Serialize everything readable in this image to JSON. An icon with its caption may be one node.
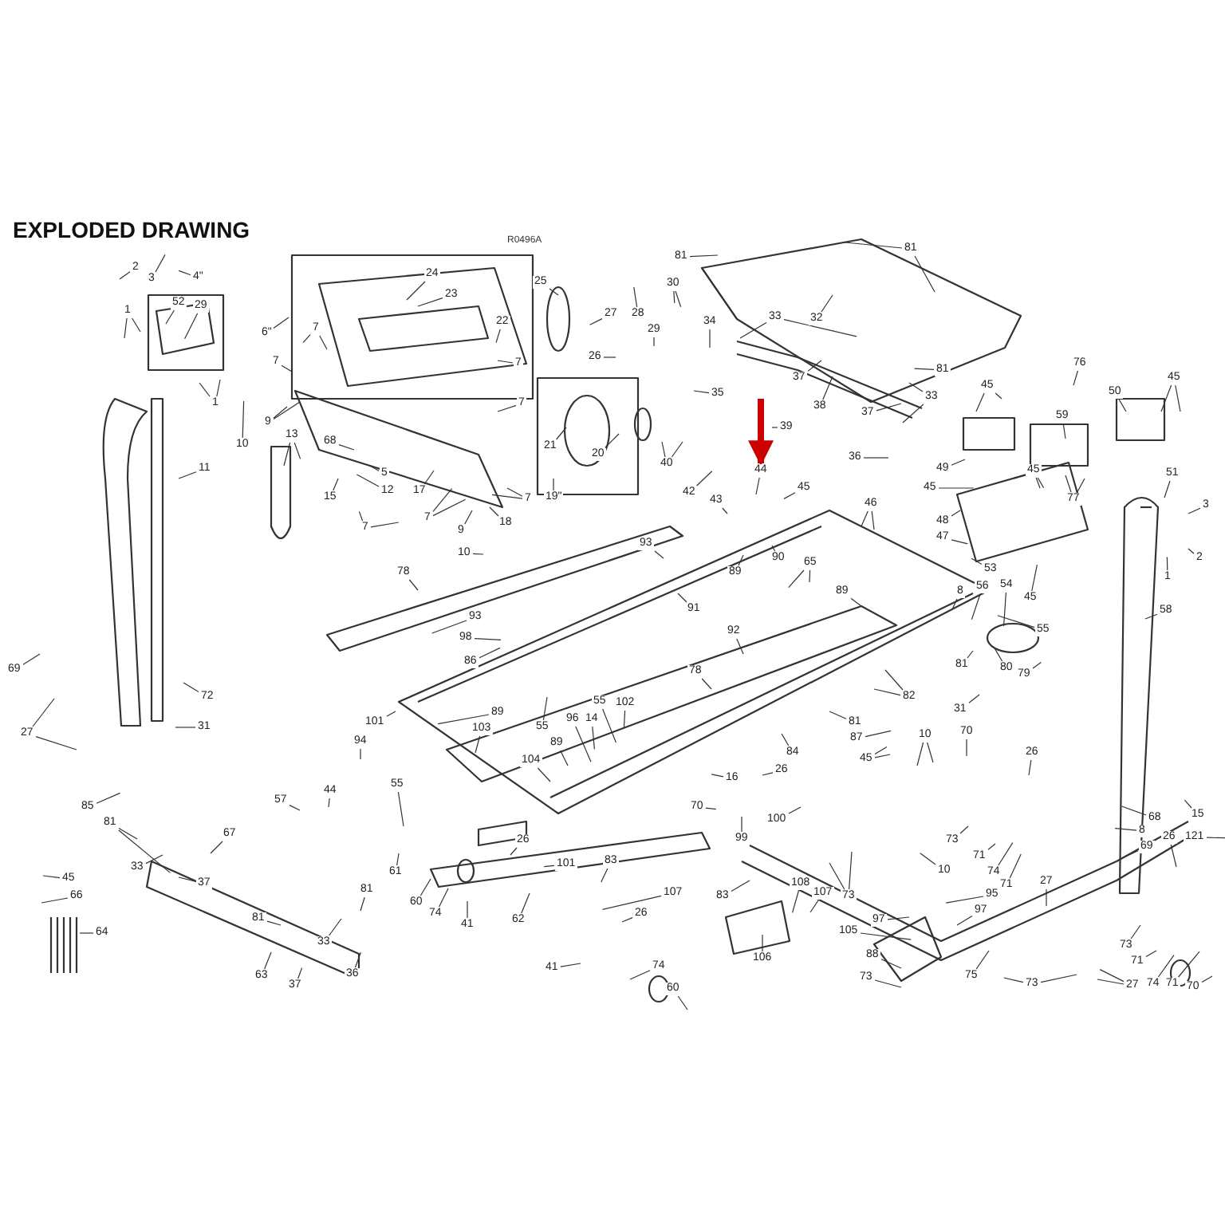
{
  "diagram": {
    "title": "EXPLODED DRAWING",
    "nodes": [
      {
        "text": [
          "2"
        ]
      },
      {
        "text": [
          "3"
        ]
      },
      {
        "text": [
          "4\""
        ]
      },
      {
        "text": [
          "52"
        ]
      },
      {
        "text": [
          "29"
        ]
      },
      {
        "text": [
          "1"
        ]
      },
      {
        "text": [
          "1"
        ]
      },
      {
        "text": [
          "6\""
        ]
      },
      {
        "text": [
          "7"
        ]
      },
      {
        "text": [
          "7"
        ]
      },
      {
        "text": [
          "9"
        ]
      },
      {
        "text": [
          "10"
        ]
      },
      {
        "text": [
          "11"
        ]
      },
      {
        "text": [
          "13"
        ]
      },
      {
        "text": [
          "68"
        ]
      },
      {
        "text": [
          "5"
        ]
      },
      {
        "text": [
          "12"
        ]
      },
      {
        "text": [
          "15"
        ]
      },
      {
        "text": [
          "17"
        ]
      },
      {
        "text": [
          "7"
        ]
      },
      {
        "text": [
          "7"
        ]
      },
      {
        "text": [
          "7"
        ]
      },
      {
        "text": [
          "7"
        ]
      },
      {
        "text": [
          "7"
        ]
      },
      {
        "text": [
          "9"
        ]
      },
      {
        "text": [
          "18"
        ]
      },
      {
        "text": [
          "24"
        ]
      },
      {
        "text": [
          "23"
        ]
      },
      {
        "text": [
          "22"
        ]
      },
      {
        "text": [
          "25"
        ]
      },
      {
        "text": [
          "26"
        ]
      },
      {
        "text": [
          "21"
        ]
      },
      {
        "text": [
          "20"
        ]
      },
      {
        "text": [
          "19\""
        ]
      },
      {
        "text": [
          "81"
        ]
      },
      {
        "text": [
          "81"
        ]
      },
      {
        "text": [
          "30"
        ]
      },
      {
        "text": [
          "27"
        ]
      },
      {
        "text": [
          "28"
        ]
      },
      {
        "text": [
          "29"
        ]
      },
      {
        "text": [
          "34"
        ]
      },
      {
        "text": [
          "33"
        ]
      },
      {
        "text": [
          "32"
        ]
      },
      {
        "text": [
          "35"
        ]
      },
      {
        "text": [
          "37"
        ]
      },
      {
        "text": [
          "38"
        ]
      },
      {
        "text": [
          "81"
        ]
      },
      {
        "text": [
          "33"
        ]
      },
      {
        "text": [
          "37"
        ]
      },
      {
        "text": [
          "36"
        ]
      },
      {
        "text": [
          "39"
        ]
      },
      {
        "text": [
          "40"
        ]
      },
      {
        "text": [
          "44"
        ]
      },
      {
        "text": [
          "45"
        ]
      },
      {
        "text": [
          "42"
        ]
      },
      {
        "text": [
          "43"
        ]
      },
      {
        "text": [
          "46"
        ]
      },
      {
        "text": [
          "45"
        ]
      },
      {
        "text": [
          "76"
        ]
      },
      {
        "text": [
          "50"
        ]
      },
      {
        "text": [
          "45"
        ]
      },
      {
        "text": [
          "59"
        ]
      },
      {
        "text": [
          "49"
        ]
      },
      {
        "text": [
          "45"
        ]
      },
      {
        "text": [
          "77"
        ]
      },
      {
        "text": [
          "45"
        ]
      },
      {
        "text": [
          "48"
        ]
      },
      {
        "text": [
          "51"
        ]
      },
      {
        "text": [
          "3"
        ]
      },
      {
        "text": [
          "47"
        ]
      },
      {
        "text": [
          "93"
        ]
      },
      {
        "text": [
          "89"
        ]
      },
      {
        "text": [
          "90"
        ]
      },
      {
        "text": [
          "65"
        ]
      },
      {
        "text": [
          "91"
        ]
      },
      {
        "text": [
          "89"
        ]
      },
      {
        "text": [
          "53"
        ]
      },
      {
        "text": [
          "8"
        ]
      },
      {
        "text": [
          "56"
        ]
      },
      {
        "text": [
          "54"
        ]
      },
      {
        "text": [
          "45"
        ]
      },
      {
        "text": [
          "55"
        ]
      },
      {
        "text": [
          "80"
        ]
      },
      {
        "text": [
          "79"
        ]
      },
      {
        "text": [
          "58"
        ]
      },
      {
        "text": [
          "1"
        ]
      },
      {
        "text": [
          "2"
        ]
      },
      {
        "text": [
          "92"
        ]
      },
      {
        "text": [
          "81"
        ]
      },
      {
        "text": [
          "82"
        ]
      },
      {
        "text": [
          "31"
        ]
      },
      {
        "text": [
          "78"
        ]
      },
      {
        "text": [
          "81"
        ]
      },
      {
        "text": [
          "84"
        ]
      },
      {
        "text": [
          "87"
        ]
      },
      {
        "text": [
          "45"
        ]
      },
      {
        "text": [
          "10"
        ]
      },
      {
        "text": [
          "70"
        ]
      },
      {
        "text": [
          "26"
        ]
      },
      {
        "text": [
          "102"
        ]
      },
      {
        "text": [
          "16"
        ]
      },
      {
        "text": [
          "26"
        ]
      },
      {
        "text": [
          "70"
        ]
      },
      {
        "text": [
          "100"
        ]
      },
      {
        "text": [
          "99"
        ]
      },
      {
        "text": [
          "73"
        ]
      },
      {
        "text": [
          "15"
        ]
      },
      {
        "text": [
          "68"
        ]
      },
      {
        "text": [
          "8"
        ]
      },
      {
        "text": [
          "26"
        ]
      },
      {
        "text": [
          "121"
        ]
      },
      {
        "text": [
          "69"
        ]
      },
      {
        "text": [
          "10"
        ]
      },
      {
        "text": [
          "78"
        ]
      },
      {
        "text": [
          "93"
        ]
      },
      {
        "text": [
          "98"
        ]
      },
      {
        "text": [
          "86"
        ]
      },
      {
        "text": [
          "69"
        ]
      },
      {
        "text": [
          "72"
        ]
      },
      {
        "text": [
          "31"
        ]
      },
      {
        "text": [
          "27"
        ]
      },
      {
        "text": [
          "101"
        ]
      },
      {
        "text": [
          "89"
        ]
      },
      {
        "text": [
          "103"
        ]
      },
      {
        "text": [
          "55"
        ]
      },
      {
        "text": [
          "96"
        ]
      },
      {
        "text": [
          "14"
        ]
      },
      {
        "text": [
          "55"
        ]
      },
      {
        "text": [
          "89"
        ]
      },
      {
        "text": [
          "104"
        ]
      },
      {
        "text": [
          "94"
        ]
      },
      {
        "text": [
          "55"
        ]
      },
      {
        "text": [
          "85"
        ]
      },
      {
        "text": [
          "81"
        ]
      },
      {
        "text": [
          "57"
        ]
      },
      {
        "text": [
          "44"
        ]
      },
      {
        "text": [
          "67"
        ]
      },
      {
        "text": [
          "26"
        ]
      },
      {
        "text": [
          "33"
        ]
      },
      {
        "text": [
          "37"
        ]
      },
      {
        "text": [
          "45"
        ]
      },
      {
        "text": [
          "66"
        ]
      },
      {
        "text": [
          "64"
        ]
      },
      {
        "text": [
          "81"
        ]
      },
      {
        "text": [
          "81"
        ]
      },
      {
        "text": [
          "33"
        ]
      },
      {
        "text": [
          "63"
        ]
      },
      {
        "text": [
          "37"
        ]
      },
      {
        "text": [
          "36"
        ]
      },
      {
        "text": [
          "61"
        ]
      },
      {
        "text": [
          "60"
        ]
      },
      {
        "text": [
          "74"
        ]
      },
      {
        "text": [
          "41"
        ]
      },
      {
        "text": [
          "62"
        ]
      },
      {
        "text": [
          "101"
        ]
      },
      {
        "text": [
          "41"
        ]
      },
      {
        "text": [
          "83"
        ]
      },
      {
        "text": [
          "107"
        ]
      },
      {
        "text": [
          "26"
        ]
      },
      {
        "text": [
          "74"
        ]
      },
      {
        "text": [
          "60"
        ]
      },
      {
        "text": [
          "83"
        ]
      },
      {
        "text": [
          "106"
        ]
      },
      {
        "text": [
          "108"
        ]
      },
      {
        "text": [
          "107"
        ]
      },
      {
        "text": [
          "73"
        ]
      },
      {
        "text": [
          "97"
        ]
      },
      {
        "text": [
          "105"
        ]
      },
      {
        "text": [
          "88"
        ]
      },
      {
        "text": [
          "73"
        ]
      },
      {
        "text": [
          "75"
        ]
      },
      {
        "text": [
          "73"
        ]
      },
      {
        "text": [
          "10"
        ]
      },
      {
        "text": [
          "71"
        ]
      },
      {
        "text": [
          "74"
        ]
      },
      {
        "text": [
          "71"
        ]
      },
      {
        "text": [
          "95"
        ]
      },
      {
        "text": [
          "97"
        ]
      },
      {
        "text": [
          "27"
        ]
      },
      {
        "text": [
          "73"
        ]
      },
      {
        "text": [
          "71"
        ]
      },
      {
        "text": [
          "27"
        ]
      },
      {
        "text": [
          "74"
        ]
      },
      {
        "text": [
          "71"
        ]
      },
      {
        "text": [
          "70"
        ]
      }
    ],
    "edges": [
      {
        "from": 0,
        "to": null,
        "arrow": "none"
      },
      {
        "from": 1,
        "to": null,
        "arrow": "none"
      },
      {
        "from": 2,
        "to": null,
        "arrow": "none"
      },
      {
        "from": 3,
        "to": null,
        "arrow": "none"
      },
      {
        "from": 4,
        "to": null,
        "arrow": "none"
      },
      {
        "from": 5,
        "to": null,
        "arrow": "none"
      },
      {
        "from": 5,
        "to": null,
        "arrow": "none"
      },
      {
        "from": 6,
        "to": null,
        "arrow": "none"
      },
      {
        "from": 6,
        "to": null,
        "arrow": "none"
      },
      {
        "from": 7,
        "to": null,
        "arrow": "none"
      },
      {
        "from": 8,
        "to": null,
        "arrow": "none"
      },
      {
        "from": 8,
        "to": null,
        "arrow": "none"
      },
      {
        "from": 9,
        "to": null,
        "arrow": "none"
      },
      {
        "from": 10,
        "to": null,
        "arrow": "none"
      },
      {
        "from": 10,
        "to": null,
        "arrow": "none"
      },
      {
        "from": 11,
        "to": null,
        "arrow": "none"
      },
      {
        "from": 12,
        "to": null,
        "arrow": "none"
      },
      {
        "from": 13,
        "to": null,
        "arrow": "none"
      },
      {
        "from": 13,
        "to": null,
        "arrow": "none"
      },
      {
        "from": 14,
        "to": null,
        "arrow": "none"
      },
      {
        "from": 15,
        "to": null,
        "arrow": "none"
      },
      {
        "from": 16,
        "to": null,
        "arrow": "none"
      },
      {
        "from": 17,
        "to": null,
        "arrow": "none"
      },
      {
        "from": 18,
        "to": null,
        "arrow": "none"
      },
      {
        "from": 19,
        "to": null,
        "arrow": "none"
      },
      {
        "from": 19,
        "to": null,
        "arrow": "none"
      },
      {
        "from": 20,
        "to": null,
        "arrow": "none"
      },
      {
        "from": 20,
        "to": null,
        "arrow": "none"
      },
      {
        "from": 21,
        "to": null,
        "arrow": "none"
      },
      {
        "from": 22,
        "to": null,
        "arrow": "none"
      },
      {
        "from": 23,
        "to": null,
        "arrow": "none"
      },
      {
        "from": 23,
        "to": null,
        "arrow": "none"
      },
      {
        "from": 24,
        "to": null,
        "arrow": "none"
      },
      {
        "from": 25,
        "to": null,
        "arrow": "none"
      },
      {
        "from": 26,
        "to": null,
        "arrow": "none"
      },
      {
        "from": 27,
        "to": null,
        "arrow": "none"
      },
      {
        "from": 28,
        "to": null,
        "arrow": "none"
      },
      {
        "from": 29,
        "to": null,
        "arrow": "none"
      },
      {
        "from": 30,
        "to": null,
        "arrow": "none"
      },
      {
        "from": 31,
        "to": null,
        "arrow": "none"
      },
      {
        "from": 32,
        "to": null,
        "arrow": "none"
      },
      {
        "from": 33,
        "to": null,
        "arrow": "none"
      },
      {
        "from": 34,
        "to": null,
        "arrow": "none"
      },
      {
        "from": 35,
        "to": null,
        "arrow": "none"
      },
      {
        "from": 35,
        "to": null,
        "arrow": "none"
      },
      {
        "from": 36,
        "to": null,
        "arrow": "none"
      },
      {
        "from": 36,
        "to": null,
        "arrow": "none"
      },
      {
        "from": 37,
        "to": null,
        "arrow": "none"
      },
      {
        "from": 38,
        "to": null,
        "arrow": "none"
      },
      {
        "from": 39,
        "to": null,
        "arrow": "none"
      },
      {
        "from": 40,
        "to": null,
        "arrow": "none"
      },
      {
        "from": 41,
        "to": null,
        "arrow": "none"
      },
      {
        "from": 41,
        "to": null,
        "arrow": "none"
      },
      {
        "from": 42,
        "to": null,
        "arrow": "none"
      },
      {
        "from": 43,
        "to": null,
        "arrow": "none"
      },
      {
        "from": 44,
        "to": null,
        "arrow": "none"
      },
      {
        "from": 45,
        "to": null,
        "arrow": "none"
      },
      {
        "from": 46,
        "to": null,
        "arrow": "none"
      },
      {
        "from": 47,
        "to": null,
        "arrow": "none"
      },
      {
        "from": 47,
        "to": null,
        "arrow": "none"
      },
      {
        "from": 48,
        "to": null,
        "arrow": "none"
      },
      {
        "from": 49,
        "to": null,
        "arrow": "none"
      },
      {
        "from": 50,
        "to": null,
        "arrow": "none"
      },
      {
        "from": 51,
        "to": null,
        "arrow": "none"
      },
      {
        "from": 51,
        "to": null,
        "arrow": "none"
      },
      {
        "from": 52,
        "to": null,
        "arrow": "none"
      },
      {
        "from": 53,
        "to": null,
        "arrow": "none"
      },
      {
        "from": 54,
        "to": null,
        "arrow": "none"
      },
      {
        "from": 55,
        "to": null,
        "arrow": "none"
      },
      {
        "from": 56,
        "to": null,
        "arrow": "none"
      },
      {
        "from": 56,
        "to": null,
        "arrow": "none"
      },
      {
        "from": 57,
        "to": null,
        "arrow": "none"
      },
      {
        "from": 57,
        "to": null,
        "arrow": "none"
      },
      {
        "from": 58,
        "to": null,
        "arrow": "none"
      },
      {
        "from": 59,
        "to": null,
        "arrow": "none"
      },
      {
        "from": 60,
        "to": null,
        "arrow": "none"
      },
      {
        "from": 60,
        "to": null,
        "arrow": "none"
      },
      {
        "from": 61,
        "to": null,
        "arrow": "none"
      },
      {
        "from": 62,
        "to": null,
        "arrow": "none"
      },
      {
        "from": 63,
        "to": null,
        "arrow": "none"
      },
      {
        "from": 63,
        "to": null,
        "arrow": "none"
      },
      {
        "from": 64,
        "to": null,
        "arrow": "none"
      },
      {
        "from": 64,
        "to": null,
        "arrow": "none"
      },
      {
        "from": 65,
        "to": null,
        "arrow": "none"
      },
      {
        "from": 66,
        "to": null,
        "arrow": "none"
      },
      {
        "from": 67,
        "to": null,
        "arrow": "none"
      },
      {
        "from": 68,
        "to": null,
        "arrow": "none"
      },
      {
        "from": 69,
        "to": null,
        "arrow": "none"
      },
      {
        "from": 70,
        "to": null,
        "arrow": "none"
      },
      {
        "from": 71,
        "to": null,
        "arrow": "none"
      },
      {
        "from": 72,
        "to": null,
        "arrow": "none"
      },
      {
        "from": 73,
        "to": null,
        "arrow": "none"
      },
      {
        "from": 73,
        "to": null,
        "arrow": "none"
      },
      {
        "from": 74,
        "to": null,
        "arrow": "none"
      },
      {
        "from": 75,
        "to": null,
        "arrow": "none"
      },
      {
        "from": 76,
        "to": null,
        "arrow": "none"
      },
      {
        "from": 77,
        "to": null,
        "arrow": "none"
      },
      {
        "from": 78,
        "to": null,
        "arrow": "none"
      },
      {
        "from": 79,
        "to": null,
        "arrow": "none"
      },
      {
        "from": 80,
        "to": null,
        "arrow": "none"
      },
      {
        "from": 81,
        "to": null,
        "arrow": "none"
      },
      {
        "from": 82,
        "to": null,
        "arrow": "none"
      },
      {
        "from": 83,
        "to": null,
        "arrow": "none"
      },
      {
        "from": 84,
        "to": null,
        "arrow": "none"
      },
      {
        "from": 85,
        "to": null,
        "arrow": "none"
      },
      {
        "from": 86,
        "to": null,
        "arrow": "none"
      },
      {
        "from": 87,
        "to": null,
        "arrow": "none"
      },
      {
        "from": 88,
        "to": null,
        "arrow": "none"
      },
      {
        "from": 89,
        "to": null,
        "arrow": "none"
      },
      {
        "from": 89,
        "to": null,
        "arrow": "none"
      },
      {
        "from": 90,
        "to": null,
        "arrow": "none"
      },
      {
        "from": 91,
        "to": null,
        "arrow": "none"
      },
      {
        "from": 92,
        "to": null,
        "arrow": "none"
      },
      {
        "from": 93,
        "to": null,
        "arrow": "none"
      },
      {
        "from": 94,
        "to": null,
        "arrow": "none"
      },
      {
        "from": 95,
        "to": null,
        "arrow": "none"
      },
      {
        "from": 95,
        "to": null,
        "arrow": "none"
      },
      {
        "from": 96,
        "to": null,
        "arrow": "none"
      },
      {
        "from": 96,
        "to": null,
        "arrow": "none"
      },
      {
        "from": 97,
        "to": null,
        "arrow": "none"
      },
      {
        "from": 98,
        "to": null,
        "arrow": "none"
      },
      {
        "from": 99,
        "to": null,
        "arrow": "none"
      },
      {
        "from": 100,
        "to": null,
        "arrow": "none"
      },
      {
        "from": 101,
        "to": null,
        "arrow": "none"
      },
      {
        "from": 102,
        "to": null,
        "arrow": "none"
      },
      {
        "from": 103,
        "to": null,
        "arrow": "none"
      },
      {
        "from": 104,
        "to": null,
        "arrow": "none"
      },
      {
        "from": 105,
        "to": null,
        "arrow": "none"
      },
      {
        "from": 106,
        "to": null,
        "arrow": "none"
      },
      {
        "from": 107,
        "to": null,
        "arrow": "none"
      },
      {
        "from": 108,
        "to": null,
        "arrow": "none"
      },
      {
        "from": 109,
        "to": null,
        "arrow": "none"
      },
      {
        "from": 110,
        "to": null,
        "arrow": "none"
      },
      {
        "from": 111,
        "to": null,
        "arrow": "none"
      },
      {
        "from": 112,
        "to": null,
        "arrow": "none"
      },
      {
        "from": 113,
        "to": null,
        "arrow": "none"
      },
      {
        "from": 114,
        "to": null,
        "arrow": "none"
      },
      {
        "from": 115,
        "to": null,
        "arrow": "none"
      },
      {
        "from": 116,
        "to": null,
        "arrow": "none"
      },
      {
        "from": 117,
        "to": null,
        "arrow": "none"
      },
      {
        "from": 118,
        "to": null,
        "arrow": "none"
      },
      {
        "from": 119,
        "to": null,
        "arrow": "none"
      },
      {
        "from": 120,
        "to": null,
        "arrow": "none"
      },
      {
        "from": 120,
        "to": null,
        "arrow": "none"
      },
      {
        "from": 121,
        "to": null,
        "arrow": "none"
      },
      {
        "from": 122,
        "to": null,
        "arrow": "none"
      },
      {
        "from": 123,
        "to": null,
        "arrow": "none"
      },
      {
        "from": 124,
        "to": null,
        "arrow": "none"
      },
      {
        "from": 125,
        "to": null,
        "arrow": "none"
      },
      {
        "from": 126,
        "to": null,
        "arrow": "none"
      },
      {
        "from": 127,
        "to": null,
        "arrow": "none"
      },
      {
        "from": 128,
        "to": null,
        "arrow": "none"
      },
      {
        "from": 129,
        "to": null,
        "arrow": "none"
      },
      {
        "from": 130,
        "to": null,
        "arrow": "none"
      },
      {
        "from": 131,
        "to": null,
        "arrow": "none"
      },
      {
        "from": 132,
        "to": null,
        "arrow": "none"
      },
      {
        "from": 133,
        "to": null,
        "arrow": "none"
      },
      {
        "from": 133,
        "to": null,
        "arrow": "none"
      },
      {
        "from": 134,
        "to": null,
        "arrow": "none"
      },
      {
        "from": 135,
        "to": null,
        "arrow": "none"
      },
      {
        "from": 136,
        "to": null,
        "arrow": "none"
      },
      {
        "from": 137,
        "to": null,
        "arrow": "none"
      },
      {
        "from": 138,
        "to": null,
        "arrow": "none"
      },
      {
        "from": 139,
        "to": null,
        "arrow": "none"
      },
      {
        "from": 140,
        "to": null,
        "arrow": "none"
      },
      {
        "from": 141,
        "to": null,
        "arrow": "none"
      },
      {
        "from": 142,
        "to": null,
        "arrow": "none"
      },
      {
        "from": 143,
        "to": null,
        "arrow": "none"
      },
      {
        "from": 144,
        "to": null,
        "arrow": "none"
      },
      {
        "from": 145,
        "to": null,
        "arrow": "none"
      },
      {
        "from": 146,
        "to": null,
        "arrow": "none"
      },
      {
        "from": 147,
        "to": null,
        "arrow": "none"
      },
      {
        "from": 148,
        "to": null,
        "arrow": "none"
      },
      {
        "from": 149,
        "to": null,
        "arrow": "none"
      },
      {
        "from": 150,
        "to": null,
        "arrow": "none"
      },
      {
        "from": 151,
        "to": null,
        "arrow": "none"
      },
      {
        "from": 152,
        "to": null,
        "arrow": "none"
      },
      {
        "from": 153,
        "to": null,
        "arrow": "none"
      },
      {
        "from": 154,
        "to": null,
        "arrow": "none"
      },
      {
        "from": 155,
        "to": null,
        "arrow": "none"
      },
      {
        "from": 156,
        "to": null,
        "arrow": "none"
      },
      {
        "from": 157,
        "to": null,
        "arrow": "none"
      },
      {
        "from": 158,
        "to": null,
        "arrow": "none"
      },
      {
        "from": 159,
        "to": null,
        "arrow": "none"
      },
      {
        "from": 160,
        "to": null,
        "arrow": "none"
      },
      {
        "from": 161,
        "to": null,
        "arrow": "none"
      },
      {
        "from": 162,
        "to": null,
        "arrow": "none"
      },
      {
        "from": 163,
        "to": null,
        "arrow": "none"
      },
      {
        "from": 164,
        "to": null,
        "arrow": "none"
      },
      {
        "from": 165,
        "to": null,
        "arrow": "none"
      },
      {
        "from": 165,
        "to": null,
        "arrow": "none"
      },
      {
        "from": 166,
        "to": null,
        "arrow": "none"
      },
      {
        "from": 167,
        "to": null,
        "arrow": "none"
      },
      {
        "from": 168,
        "to": null,
        "arrow": "none"
      },
      {
        "from": 169,
        "to": null,
        "arrow": "none"
      },
      {
        "from": 170,
        "to": null,
        "arrow": "none"
      },
      {
        "from": 171,
        "to": null,
        "arrow": "none"
      },
      {
        "from": 171,
        "to": null,
        "arrow": "none"
      },
      {
        "from": 172,
        "to": null,
        "arrow": "none"
      },
      {
        "from": 173,
        "to": null,
        "arrow": "none"
      },
      {
        "from": 174,
        "to": null,
        "arrow": "none"
      },
      {
        "from": 175,
        "to": null,
        "arrow": "none"
      },
      {
        "from": 176,
        "to": null,
        "arrow": "none"
      },
      {
        "from": 177,
        "to": null,
        "arrow": "none"
      },
      {
        "from": 178,
        "to": null,
        "arrow": "none"
      },
      {
        "from": 179,
        "to": null,
        "arrow": "none"
      },
      {
        "from": 180,
        "to": null,
        "arrow": "none"
      },
      {
        "from": 181,
        "to": null,
        "arrow": "none"
      },
      {
        "from": 181,
        "to": null,
        "arrow": "none"
      },
      {
        "from": 182,
        "to": null,
        "arrow": "none"
      },
      {
        "from": 183,
        "to": null,
        "arrow": "none"
      },
      {
        "from": 184,
        "to": null,
        "arrow": "none"
      },
      {
        "from": null,
        "to": 52,
        "arrow": "to",
        "style": "thick",
        "color": "#cc0000"
      }
    ],
    "labels": [
      "R0496A"
    ]
  }
}
